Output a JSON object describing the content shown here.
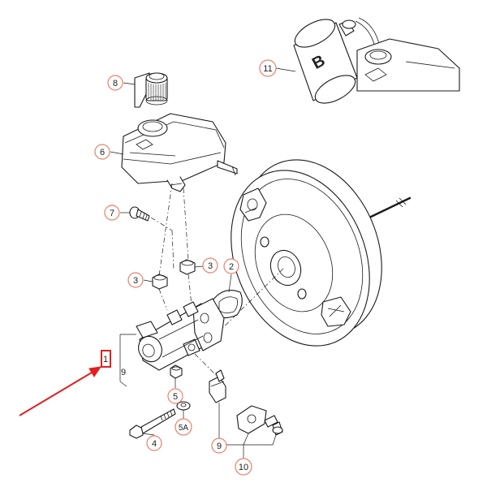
{
  "callouts": {
    "c1": "1",
    "c2": "2",
    "c3a": "3",
    "c3b": "3",
    "c4": "4",
    "c5": "5",
    "c5a": "5A",
    "c6": "6",
    "c7": "7",
    "c8": "8",
    "c9a": "9",
    "c9b": "9",
    "c10": "10",
    "c11": "11"
  },
  "bottle_label": "B",
  "colors": {
    "callout_ring": "#e8806a",
    "highlight_box": "#e02020",
    "pointer_arrow": "#e02020",
    "line_art": "#1a1a1a"
  }
}
